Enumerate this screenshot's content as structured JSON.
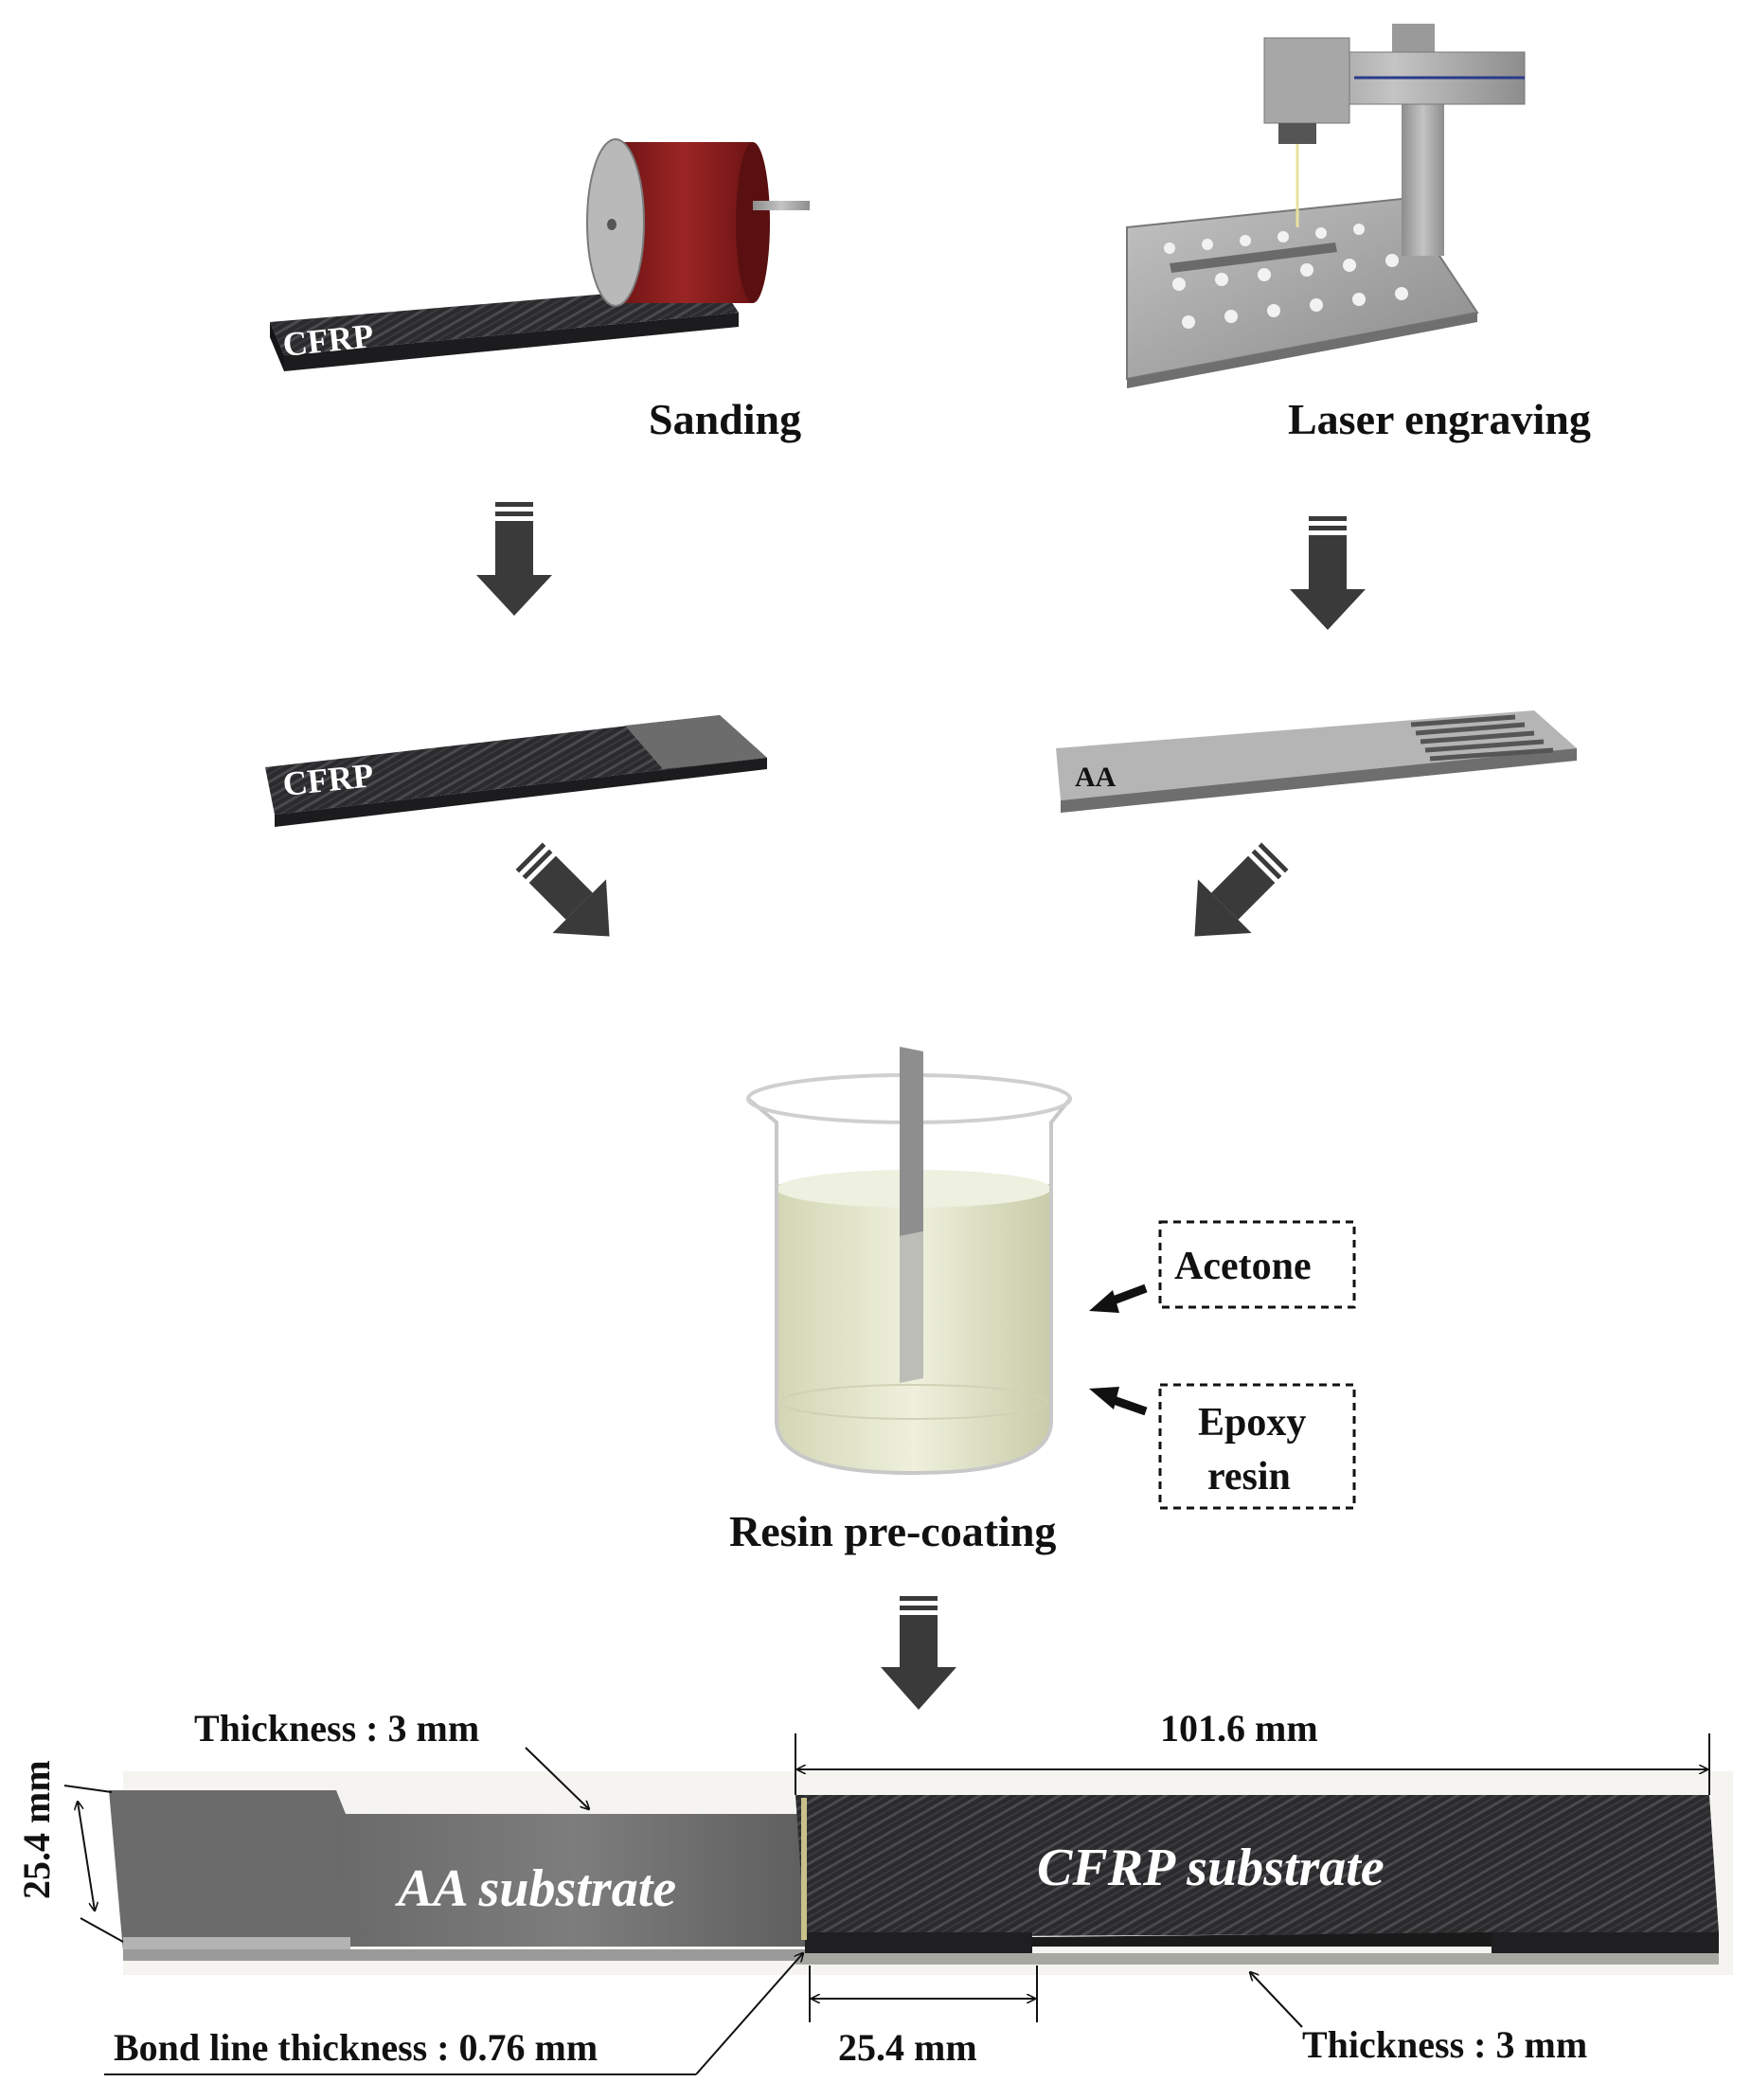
{
  "steps": {
    "sanding": "Sanding",
    "laser": "Laser engraving",
    "precoating": "Resin pre-coating"
  },
  "materials": {
    "cfrp": "CFRP",
    "aa": "AA"
  },
  "beaker_labels": {
    "acetone": "Acetone",
    "epoxy_line1": "Epoxy",
    "epoxy_line2": "resin"
  },
  "joint": {
    "aa_substrate": "AA substrate",
    "cfrp_substrate": "CFRP substrate",
    "thickness_left": "Thickness : 3 mm",
    "thickness_right": "Thickness : 3 mm",
    "length": "101.6 mm",
    "width": "25.4 mm",
    "overlap": "25.4 mm",
    "bond_line": "Bond line thickness : 0.76 mm"
  },
  "colors": {
    "arrow": "#3a3a3a",
    "cfrp": "#2b2b2d",
    "aluminum": "#9c9c9c",
    "roller": "#8a1c1c",
    "resin": "#e6e8cf"
  }
}
